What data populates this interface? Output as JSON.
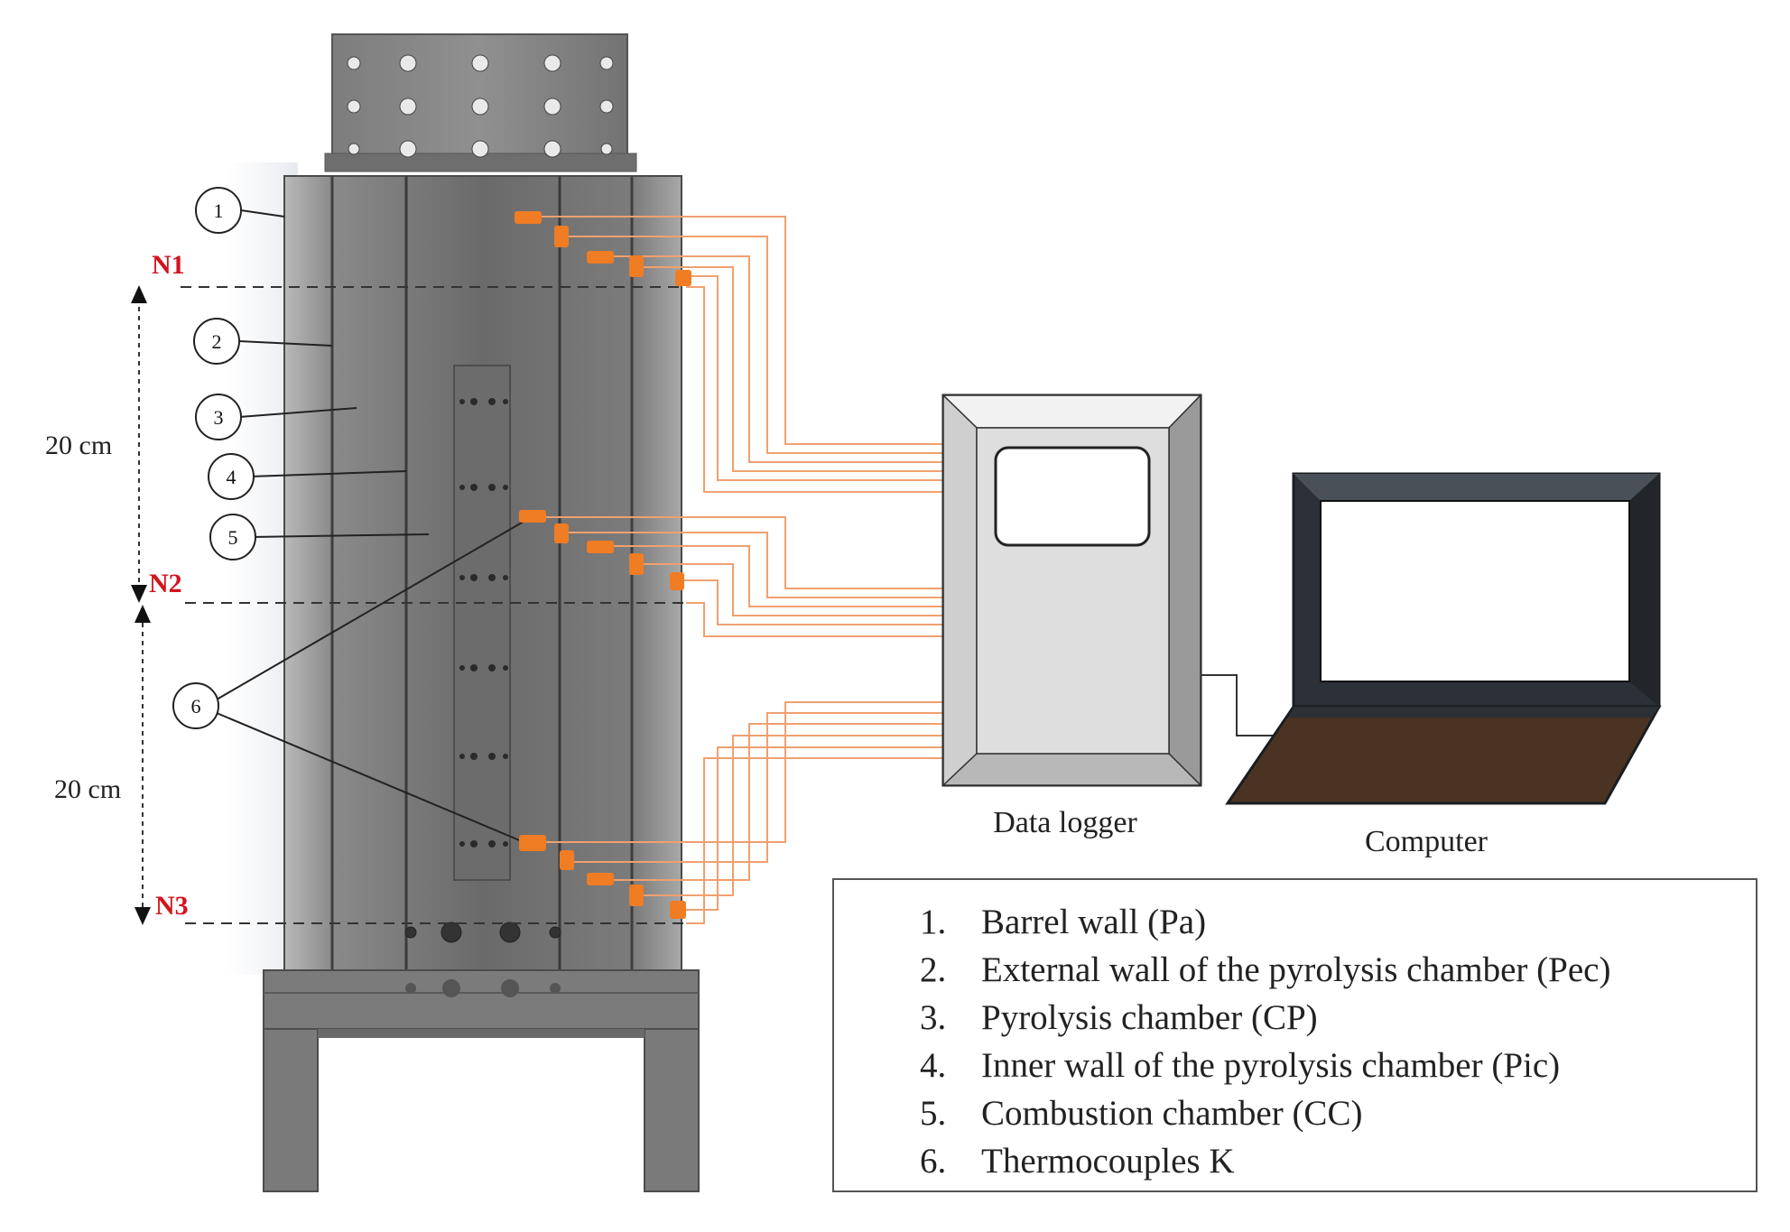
{
  "callouts": [
    "1",
    "2",
    "3",
    "4",
    "5",
    "6"
  ],
  "levels": [
    "N1",
    "N2",
    "N3"
  ],
  "dimensions": [
    "20 cm",
    "20 cm"
  ],
  "devices": {
    "data_logger": "Data logger",
    "computer": "Computer"
  },
  "legend": [
    {
      "n": "1.",
      "text": "Barrel wall (Pa)"
    },
    {
      "n": "2.",
      "text": "External wall of the pyrolysis chamber (Pec)"
    },
    {
      "n": "3.",
      "text": "Pyrolysis chamber (CP)"
    },
    {
      "n": "4.",
      "text": "Inner wall of the pyrolysis chamber (Pic)"
    },
    {
      "n": "5.",
      "text": "Combustion chamber (CC)"
    },
    {
      "n": "6.",
      "text": "Thermocouples K"
    }
  ],
  "colors": {
    "wire": "#f0a070",
    "sensor": "#f07c24",
    "level": "#d2141e",
    "screen_frame": "#2c3137",
    "keyboard": "#4a3322"
  }
}
